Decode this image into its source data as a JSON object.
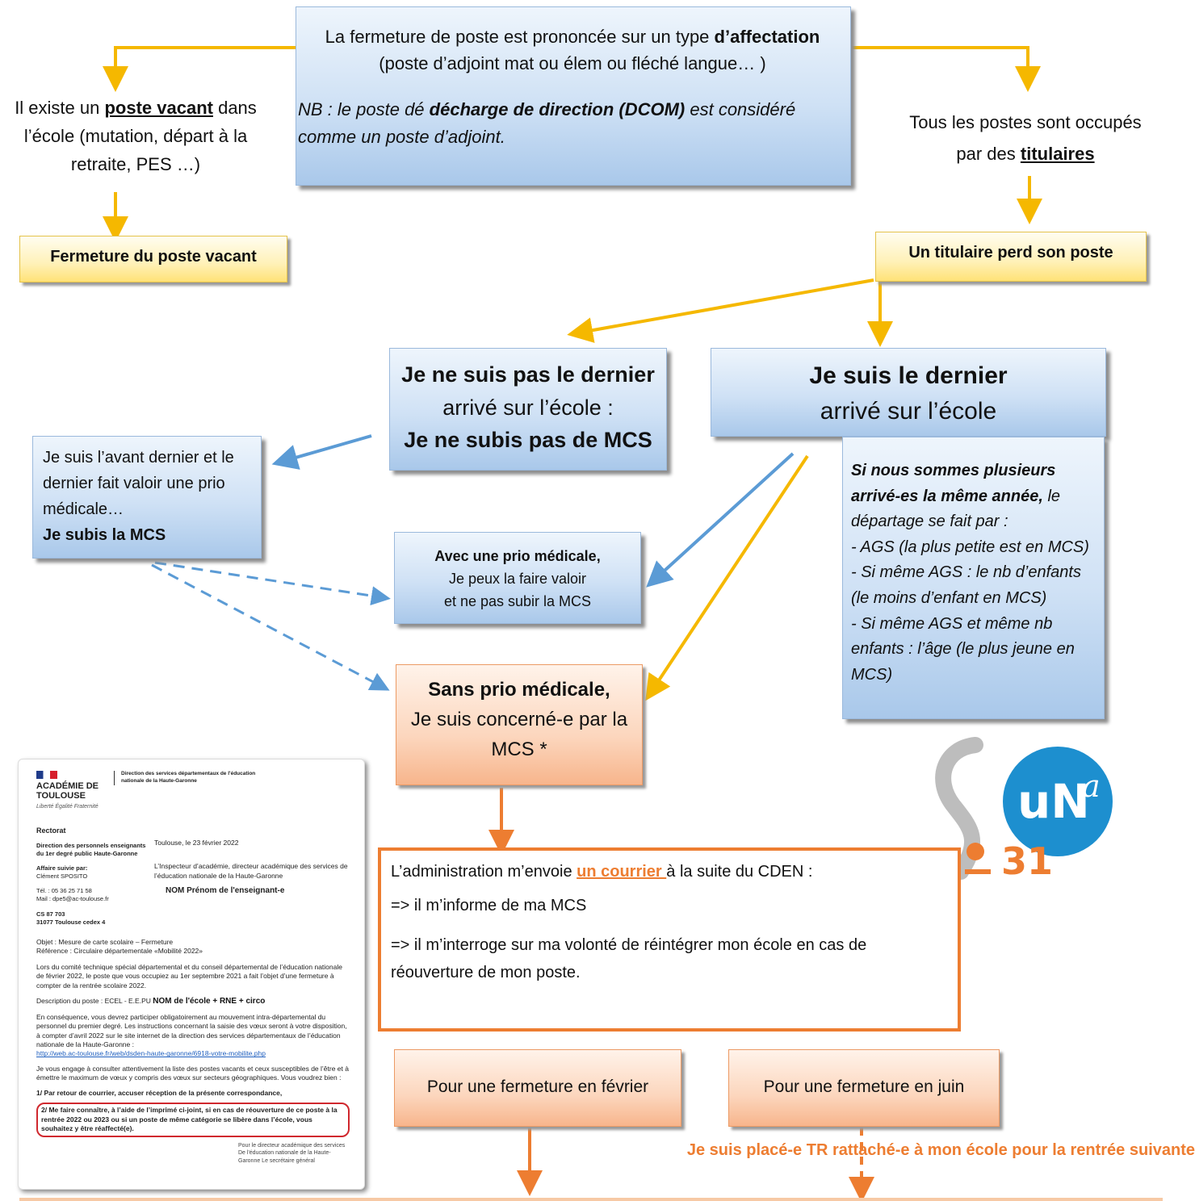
{
  "top_box": {
    "line1_a": "La fermeture de poste est prononcée sur un type ",
    "line1_b": "d’affectation",
    "line2": "(poste d’adjoint mat ou élem ou fléché langue… )",
    "nb_a": "NB : le poste dé ",
    "nb_b": "décharge de direction (DCOM)",
    "nb_c": " est considéré comme un poste d’adjoint."
  },
  "left_branch": {
    "text_a": "Il existe un ",
    "text_b": "poste vacant",
    "text_c": " dans l’école  (mutation, départ à la retraite, PES …)",
    "result": "Fermeture du poste vacant"
  },
  "right_branch": {
    "text_a": "Tous les postes sont occupés par des ",
    "text_b": "titulaires",
    "result": "Un titulaire perd son poste"
  },
  "not_last": {
    "line1": "Je ne suis pas le dernier",
    "line2": "arrivé sur l’école :",
    "line3": "Je ne subis pas de MCS"
  },
  "is_last": {
    "line1": "Je suis le dernier",
    "line2": "arrivé sur l’école"
  },
  "tie_break": {
    "head": "Si nous sommes plusieurs arrivé-es la même année,",
    "tail": " le départage se fait par :",
    "items": [
      "- AGS (la plus petite est en MCS)",
      "- Si même AGS : le nb d’enfants (le moins d’enfant en MCS)",
      "- Si même AGS et même nb enfants : l’âge (le plus jeune en MCS)"
    ]
  },
  "penultimate": {
    "text": "Je suis l’avant dernier et le dernier fait valoir une prio médicale…",
    "bold": "Je subis la MCS"
  },
  "with_prio": {
    "line1": "Avec une prio médicale,",
    "line2": "Je peux la  faire valoir",
    "line3": "et ne pas subir la MCS"
  },
  "without_prio": {
    "line1": "Sans prio médicale,",
    "line2": "Je suis concerné-e par la MCS *"
  },
  "courrier": {
    "line1_a": "L’administration m’envoie ",
    "line1_b": "un courrier ",
    "line1_c": "à la suite du CDEN :",
    "line2": "=> il m’informe de ma MCS",
    "line3": "=> il m’interroge sur ma volonté de réintégrer mon école en cas de réouverture de mon poste."
  },
  "feb": "Pour une fermeture en février",
  "june": "Pour une fermeture en juin",
  "tr_note": "Je suis placé-e TR rattaché-e à mon école pour la rentrée suivante",
  "logo": {
    "number": "31",
    "name": "UNSA"
  },
  "letter": {
    "academie": "ACADÉMIE DE TOULOUSE",
    "motto": "Liberté Égalité Fraternité",
    "direction": "Direction des services départementaux de l'éducation nationale de la Haute-Garonne",
    "rectorat": "Rectorat",
    "dept": "Direction des personnels enseignants du 1er degré public Haute-Garonne",
    "affaire": "Affaire suivie par:",
    "agent": "Clément SPOSITO",
    "tel": "Tél. : 05 36 25 71 58",
    "mail": "Mail : dpe5@ac-toulouse.fr",
    "cs": "CS 87 703",
    "cedex": "31077 Toulouse cedex 4",
    "date": "Toulouse, le 23 février 2022",
    "signer": "L’Inspecteur d’académie, directeur académique des services de l’éducation nationale de la Haute-Garonne",
    "recipient": "NOM Prénom de l'enseignant-e",
    "objet": "Objet : Mesure de carte scolaire – Fermeture",
    "reference": "Référence : Circulaire départementale «Mobilité 2022»",
    "para1": "Lors du comité technique spécial départemental et du conseil départemental de l’éducation nationale de février 2022, le poste que vous occupiez au 1er septembre 2021 a fait l’objet d’une fermeture à compter de la rentrée scolaire 2022.",
    "desc_label": "Description du poste : ECEL - E.E.PU",
    "desc_value": "NOM de l'école + RNE + circo",
    "para2": "En conséquence, vous devrez participer obligatoirement au mouvement intra-départemental du personnel du premier degré. Les instructions concernant la saisie des vœux seront à votre disposition, à compter d’avril 2022 sur le site internet de la direction des services départementaux de l’éducation nationale de la Haute-Garonne :",
    "link": "http://web.ac-toulouse.fr/web/dsden-haute-garonne/6918-votre-mobilite.php",
    "para3": "Je vous engage à consulter attentivement la liste des postes vacants et ceux susceptibles de l’être et à émettre le maximum de vœux y compris des vœux sur secteurs géographiques. Vous voudrez bien :",
    "item1": "1/ Par retour de courrier, accuser réception de la présente correspondance,",
    "item2": "2/ Me faire connaître, à l’aide de l’imprimé ci-joint, si en cas de réouverture de ce poste à la rentrée 2022 ou 2023 ou si un poste de même catégorie se libère dans l’école, vous souhaitez y être réaffecté(e).",
    "footer": "Pour le directeur académique des services De l'éducation nationale de la Haute-Garonne Le secrétaire général"
  }
}
